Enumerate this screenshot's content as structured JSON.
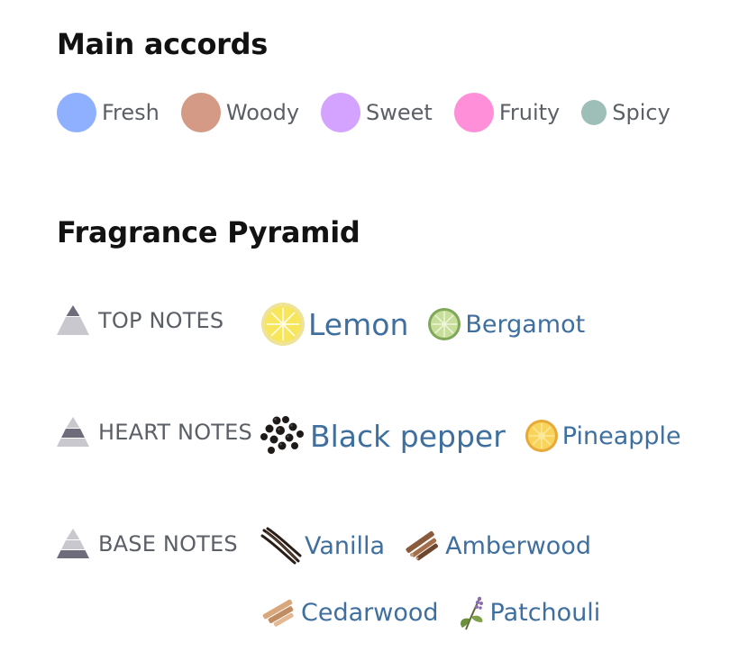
{
  "accords": {
    "title": "Main accords",
    "items": [
      {
        "label": "Fresh",
        "color": "#8fb0ff",
        "size": "large"
      },
      {
        "label": "Woody",
        "color": "#d49a86",
        "size": "large"
      },
      {
        "label": "Sweet",
        "color": "#d4a3ff",
        "size": "large"
      },
      {
        "label": "Fruity",
        "color": "#ff8fd9",
        "size": "large"
      },
      {
        "label": "Spicy",
        "color": "#9dbfb7",
        "size": "small"
      }
    ]
  },
  "pyramid": {
    "title": "Fragrance Pyramid",
    "tiers": [
      {
        "label": "TOP NOTES",
        "notes": [
          {
            "label": "Lemon",
            "icon": "lemon-icon",
            "emphasis": "big"
          },
          {
            "label": "Bergamot",
            "icon": "bergamot-icon",
            "emphasis": "small"
          }
        ]
      },
      {
        "label": "HEART NOTES",
        "notes": [
          {
            "label": "Black pepper",
            "icon": "black-pepper-icon",
            "emphasis": "big"
          },
          {
            "label": "Pineapple",
            "icon": "pineapple-icon",
            "emphasis": "small"
          }
        ]
      },
      {
        "label": "BASE NOTES",
        "notes": [
          {
            "label": "Vanilla",
            "icon": "vanilla-icon",
            "emphasis": "small"
          },
          {
            "label": "Amberwood",
            "icon": "amberwood-icon",
            "emphasis": "small"
          },
          {
            "label": "Cedarwood",
            "icon": "cedarwood-icon",
            "emphasis": "small"
          },
          {
            "label": "Patchouli",
            "icon": "patchouli-icon",
            "emphasis": "small"
          }
        ]
      }
    ]
  },
  "colors": {
    "note_text": "#3f6f9f",
    "tier_label": "#5b5f66",
    "pyramid_light": "#c9c8cf",
    "pyramid_dark": "#6e6b7b"
  }
}
